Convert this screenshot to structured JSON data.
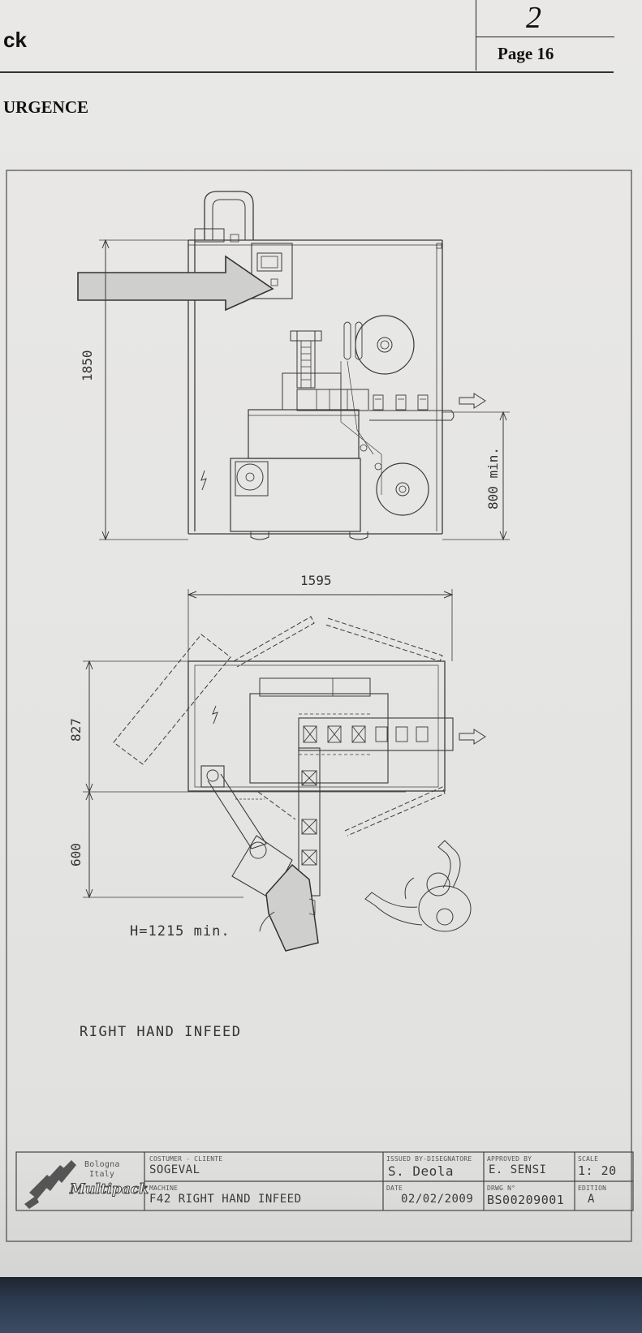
{
  "header": {
    "brand_fragment": "ck",
    "revision": "2",
    "page_label": "Page 16",
    "section_fragment": "URGENCE"
  },
  "drawing": {
    "dim_height_total": "1850",
    "dim_conveyor_height": "800 min.",
    "dim_width": "1595",
    "dim_depth_machine": "827",
    "dim_depth_operator": "600",
    "infeed_height": "H=1215 min.",
    "caption": "RIGHT HAND INFEED"
  },
  "title_block": {
    "company_city": "Bologna",
    "company_country": "Italy",
    "company_logo_text": "Multipack",
    "customer_label": "COSTUMER - CLIENTE",
    "customer_value": "SOGEVAL",
    "machine_label": "MACHINE",
    "machine_value": "F42 RIGHT HAND INFEED",
    "issued_label": "ISSUED BY-DISEGNATORE",
    "issued_value": "S. Deola",
    "date_label": "DATE",
    "date_value": "02/02/2009",
    "approved_label": "APPROVED BY",
    "approved_value": "E. SENSI",
    "drawing_no_label": "DRWG N°",
    "drawing_no_value": "BS00209001",
    "scale_label": "SCALE",
    "scale_value": "1: 20",
    "edition_label": "EDITION",
    "edition_value": "A"
  }
}
